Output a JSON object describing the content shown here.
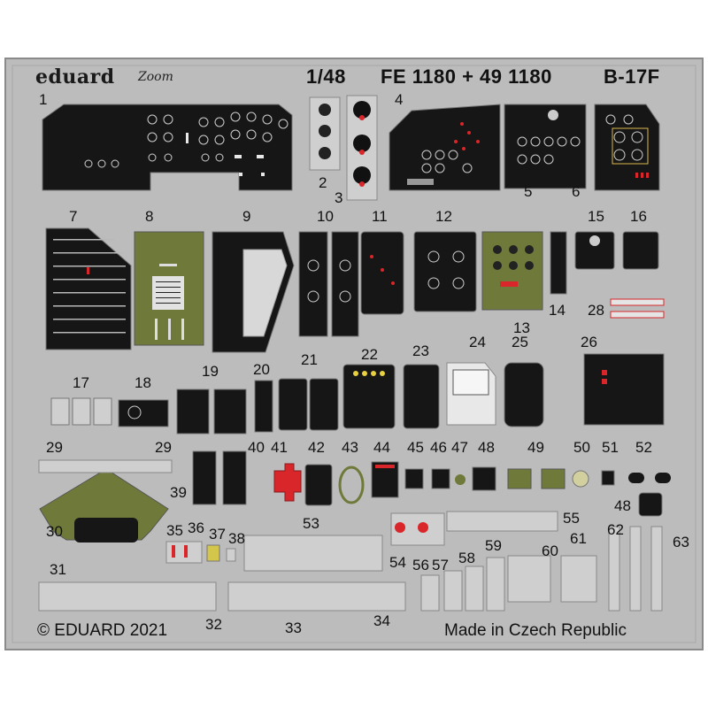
{
  "header": {
    "brand": "eduard",
    "zoom_logo": "Zoom",
    "scale": "1/48",
    "set_code": "FE 1180 + 49 1180",
    "model": "B-17F"
  },
  "footer": {
    "copyright": "© EDUARD 2021",
    "origin": "Made in Czech Republic"
  },
  "part_numbers": [
    "1",
    "2",
    "3",
    "4",
    "5",
    "6",
    "7",
    "8",
    "9",
    "10",
    "11",
    "12",
    "13",
    "14",
    "15",
    "16",
    "17",
    "18",
    "19",
    "20",
    "21",
    "22",
    "23",
    "24",
    "25",
    "26",
    "28",
    "29",
    "29",
    "30",
    "31",
    "32",
    "33",
    "34",
    "35",
    "36",
    "37",
    "38",
    "39",
    "40",
    "41",
    "42",
    "43",
    "44",
    "45",
    "46",
    "47",
    "48",
    "49",
    "50",
    "51",
    "52",
    "48",
    "53",
    "54",
    "55",
    "56",
    "57",
    "58",
    "59",
    "60",
    "61",
    "62",
    "63"
  ],
  "colors": {
    "fret": "#bcbcbc",
    "fret_edge": "#8c8c8c",
    "background": "#ffffff",
    "panel_black": "#151515",
    "panel_olive": "#6f7a3a",
    "part_gray": "#cfcfcf",
    "red": "#d8262a"
  }
}
